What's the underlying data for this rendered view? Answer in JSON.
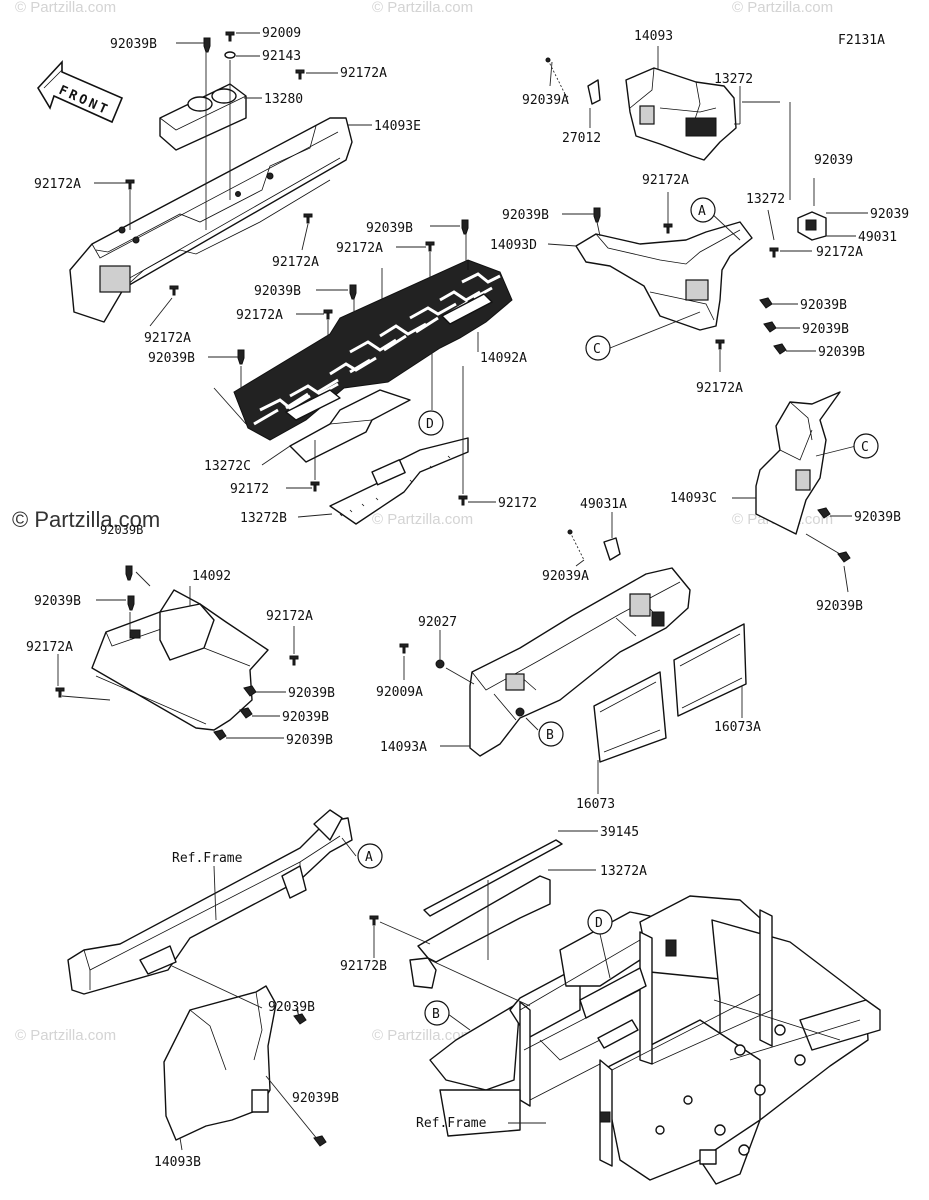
{
  "figure_code": "F2131A",
  "front_label": "FRONT",
  "ref_frame_label": "Ref.Frame",
  "watermark": "© Partzilla.com",
  "callouts": {
    "a": "A",
    "b": "B",
    "c": "C",
    "d": "D"
  },
  "labels": {
    "l_92039B_1": "92039B",
    "l_92009": "92009",
    "l_92143": "92143",
    "l_92172A_1": "92172A",
    "l_13280": "13280",
    "l_14093E": "14093E",
    "l_92172A_2": "92172A",
    "l_92172A_3": "92172A",
    "l_92172A_4": "92172A",
    "l_92039B_2": "92039B",
    "l_92172A_5": "92172A",
    "l_92039B_3": "92039B",
    "l_92172A_6": "92172A",
    "l_92039B_4": "92039B",
    "l_14092A": "14092A",
    "l_13272C": "13272C",
    "l_92172_1": "92172",
    "l_13272B": "13272B",
    "l_92172_2": "92172",
    "l_14093": "14093",
    "l_13272_1": "13272",
    "l_92039A_1": "92039A",
    "l_27012": "27012",
    "l_92172A_7": "92172A",
    "l_92039_1": "92039",
    "l_92039B_5": "92039B",
    "l_13272_2": "13272",
    "l_92039_2": "92039",
    "l_14093D": "14093D",
    "l_49031": "49031",
    "l_92172A_8": "92172A",
    "l_92039B_6": "92039B",
    "l_92039B_7": "92039B",
    "l_92039B_8": "92039B",
    "l_92172A_9": "92172A",
    "l_14093C": "14093C",
    "l_92039B_9": "92039B",
    "l_92039B_10": "92039B",
    "l_92039B_11": "92039B",
    "l_14092": "14092",
    "l_92039B_12": "92039B",
    "l_92172A_10": "92172A",
    "l_92172A_11": "92172A",
    "l_92039B_13": "92039B",
    "l_92039B_14": "92039B",
    "l_92039B_15": "92039B",
    "l_49031A": "49031A",
    "l_92039A_2": "92039A",
    "l_92027": "92027",
    "l_92009A": "92009A",
    "l_14093A": "14093A",
    "l_16073A": "16073A",
    "l_16073": "16073",
    "l_39145": "39145",
    "l_13272A": "13272A",
    "l_92172B": "92172B",
    "l_92039B_16": "92039B",
    "l_92039B_17": "92039B",
    "l_14093B": "14093B"
  }
}
